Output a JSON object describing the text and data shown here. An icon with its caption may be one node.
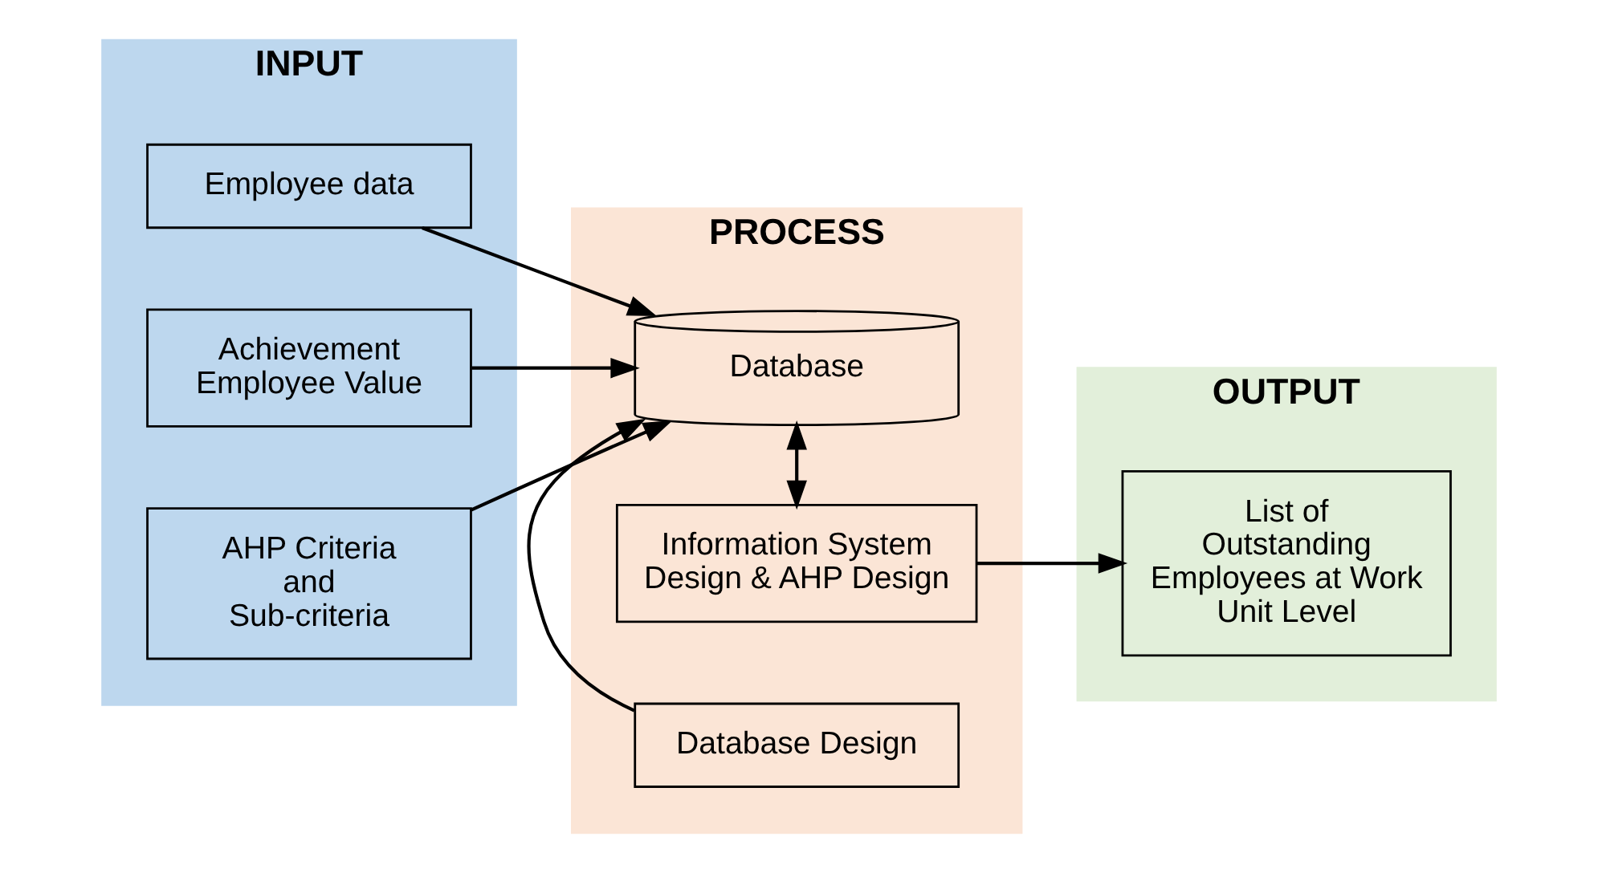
{
  "diagram": {
    "nodes": [
      {
        "text": [
          "INPUT"
        ]
      },
      {
        "text": [
          "Employee data"
        ],
        "in": 0
      },
      {
        "text": [
          "Achievement Employee Value"
        ],
        "in": 0
      },
      {
        "text": [
          "AHP Criteria and Sub-criteria"
        ],
        "in": 0
      },
      {
        "text": [
          "PROCESS"
        ]
      },
      {
        "text": [
          "Information System Design & AHP Design"
        ],
        "in": 4
      },
      {
        "text": [
          "Database"
        ],
        "in": 4
      },
      {
        "text": [
          "Database Design"
        ],
        "in": 4
      },
      {
        "text": [
          "OUTPUT"
        ]
      },
      {
        "text": [
          "List of Outstanding Employees at Work Unit Level"
        ],
        "in": 8
      }
    ],
    "edges": [
      {
        "from": 1,
        "to": 6,
        "arrow": "to"
      },
      {
        "from": 2,
        "to": 6,
        "arrow": "to"
      },
      {
        "from": 3,
        "to": 6,
        "arrow": "to"
      },
      {
        "from": 5,
        "to": 6,
        "arrow": "both"
      },
      {
        "from": 7,
        "to": 6,
        "arrow": "to"
      },
      {
        "from": 5,
        "to": 9,
        "arrow": "to"
      }
    ]
  }
}
